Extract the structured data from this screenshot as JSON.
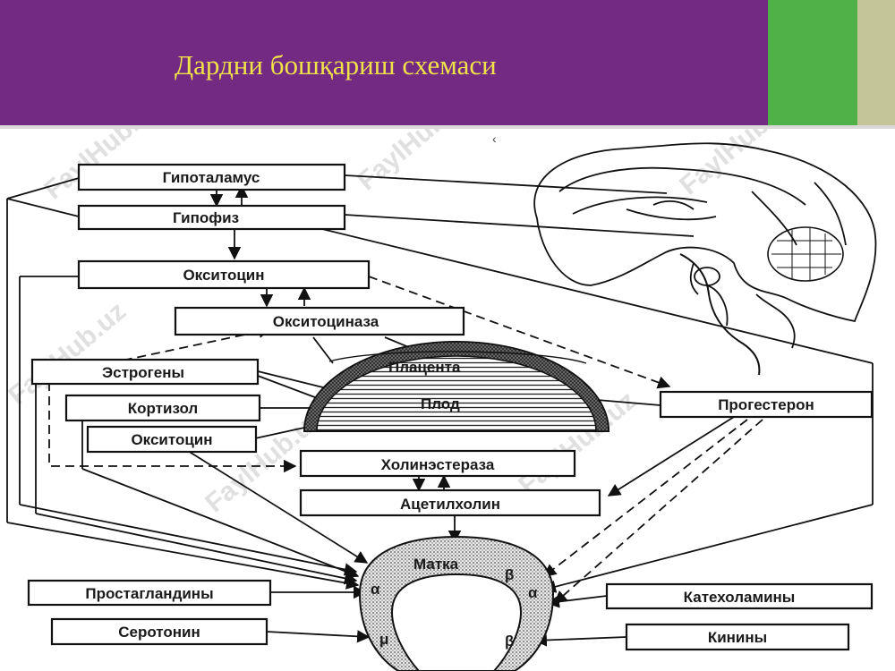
{
  "title": "Дардни бошқариш схемаси",
  "nodes": {
    "hypothalamus": "Гипоталамус",
    "pituitary": "Гипофиз",
    "oxytocin_top": "Окситоцин",
    "oxytocinase": "Окситоциназа",
    "estrogens": "Эстрогены",
    "cortisol": "Кортизол",
    "oxytocin_mid": "Окситоцин",
    "placenta": "Плацента",
    "fetus": "Плод",
    "progesterone": "Прогестерон",
    "cholinesterase": "Холинэстераза",
    "acetylcholine": "Ацетилхолин",
    "uterus": "Матка",
    "prostaglandins": "Простагландины",
    "serotonin": "Серотонин",
    "catecholamines": "Катехоламины",
    "kinins": "Кинины"
  },
  "receptors": {
    "alpha_left": "α",
    "beta_top": "β",
    "alpha_right": "α",
    "mu": "μ",
    "beta_bottom": "β"
  },
  "watermarks": [
    "FaylHub.uz",
    "FaylHub.uz",
    "FaylHub.uz",
    "FaylHub.uz",
    "FaylHub.uz",
    "FaylHub.uz"
  ],
  "colors": {
    "header": "#722a82",
    "title": "#f2e24a",
    "green": "#4fb248",
    "olive": "#c5c59a"
  }
}
